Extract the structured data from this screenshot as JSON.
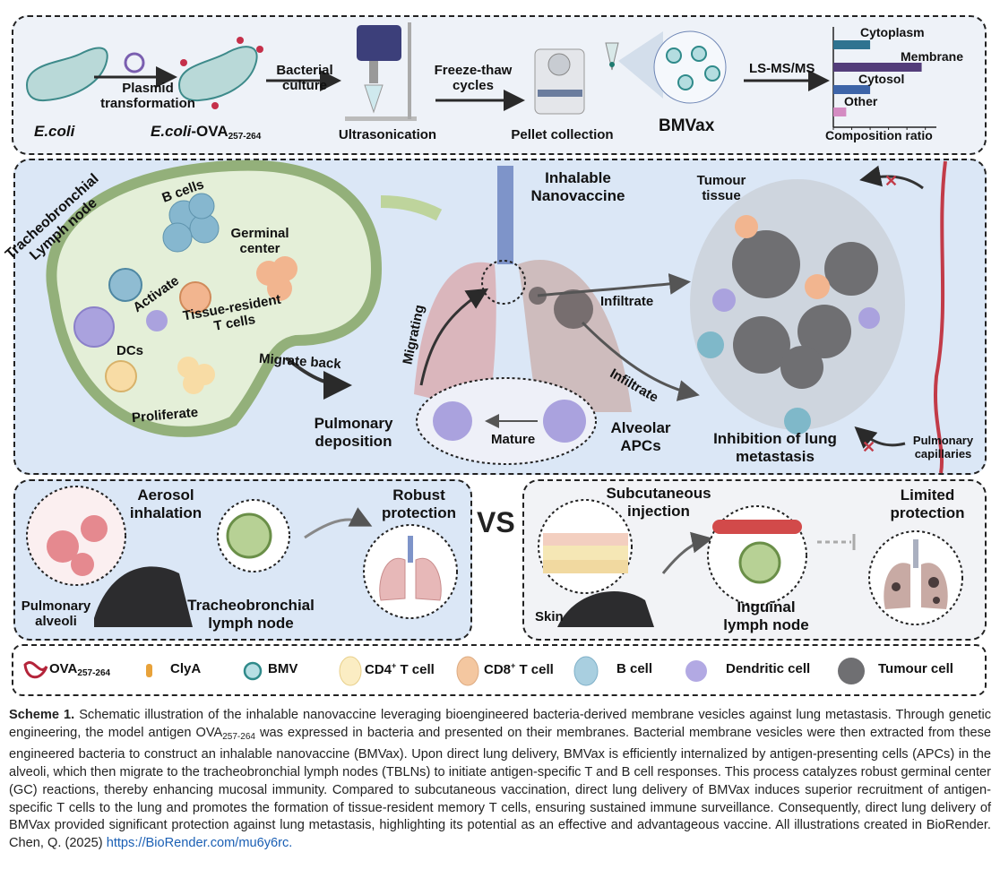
{
  "top_panel": {
    "ecoli": "E.coli",
    "plasmid_step": [
      "Plasmid",
      "transformation"
    ],
    "ecoli_ova": {
      "main": "E.coli",
      "suffix": "-OVA",
      "sub": "257-264"
    },
    "culture_step": [
      "Bacterial",
      "culture"
    ],
    "ultrasonication": "Ultrasonication",
    "freeze_step": [
      "Freeze-thaw",
      "cycles"
    ],
    "pellet": "Pellet collection",
    "bmvax": "BMVax",
    "ms_step": "LS-MS/MS"
  },
  "chart_data": {
    "type": "bar",
    "orientation": "horizontal",
    "categories": [
      "Cytoplasm",
      "Membrane",
      "Cytosol",
      "Other"
    ],
    "values": [
      2.0,
      4.8,
      2.0,
      0.7
    ],
    "colors": [
      "#2f7390",
      "#533d7a",
      "#3d64a8",
      "#d48bc2"
    ],
    "xlabel": "Composition ratio",
    "xlim": [
      0,
      5.6
    ],
    "tick_labels_shown": false,
    "grid": false
  },
  "middle_panel": {
    "lymph_node": [
      "Tracheobronchial",
      "Lymph node"
    ],
    "b_cells": "B cells",
    "germinal_center": [
      "Germinal",
      "center"
    ],
    "activate": "Activate",
    "tissue_resident": [
      "Tissue-resident",
      "T cells"
    ],
    "dcs": "DCs",
    "migrate_back": "Migrate back",
    "proliferate": "Proliferate",
    "pulmonary_deposition": [
      "Pulmonary",
      "deposition"
    ],
    "migrating": "Migrating",
    "inhalable": [
      "Inhalable",
      "Nanovaccine"
    ],
    "mature": "Mature",
    "alveolar_apcs": [
      "Alveolar",
      "APCs"
    ],
    "infiltrate_1": "Infiltrate",
    "infiltrate_2": "Infiltrate",
    "tumour_tissue": [
      "Tumour",
      "tissue"
    ],
    "inhibition": [
      "Inhibition of lung",
      "metastasis"
    ],
    "capillaries": [
      "Pulmonary",
      "capillaries"
    ]
  },
  "bottom_left": {
    "aerosol": [
      "Aerosol",
      "inhalation"
    ],
    "robust": [
      "Robust",
      "protection"
    ],
    "alveoli": [
      "Pulmonary",
      "alveoli"
    ],
    "tbln": [
      "Tracheobronchial",
      "lymph node"
    ]
  },
  "vs": "VS",
  "bottom_right": {
    "subcutaneous": [
      "Subcutaneous",
      "injection"
    ],
    "limited": [
      "Limited",
      "protection"
    ],
    "skin": "Skin",
    "inguinal": [
      "Inguinal",
      "lymph node"
    ]
  },
  "legend": [
    {
      "label": "OVA",
      "sub": "257-264",
      "icon": "ova-peptide-icon"
    },
    {
      "label": "ClyA",
      "icon": "clya-icon"
    },
    {
      "label": "BMV",
      "icon": "bmv-icon"
    },
    {
      "label": "CD4",
      "sup": "+",
      "rest": " T cell",
      "icon": "cd4-t-cell-icon"
    },
    {
      "label": "CD8",
      "sup": "+",
      "rest": " T cell",
      "icon": "cd8-t-cell-icon"
    },
    {
      "label": "B cell",
      "icon": "b-cell-icon"
    },
    {
      "label": "Dendritic cell",
      "icon": "dendritic-cell-icon"
    },
    {
      "label": "Tumour cell",
      "icon": "tumour-cell-icon"
    }
  ],
  "caption": {
    "label": "Scheme 1.",
    "text_a": " Schematic illustration of the inhalable nanovaccine leveraging bioengineered bacteria-derived membrane vesicles against lung metastasis. Through genetic engineering, the model antigen OVA",
    "sub": "257-264",
    "text_b": " was expressed in bacteria and presented on their membranes. Bacterial membrane vesicles were then extracted from these engineered bacteria to construct an inhalable nanovaccine (BMVax). Upon direct lung delivery, BMVax is efficiently internalized by antigen-presenting cells (APCs) in the alveoli, which then migrate to the tracheobronchial lymph nodes (TBLNs) to initiate antigen-specific T and B cell responses. This process catalyzes robust germinal center (GC) reactions, thereby enhancing mucosal immunity. Compared to subcutaneous vaccination, direct lung delivery of BMVax induces superior recruitment of antigen-specific T cells to the lung and promotes the formation of tissue-resident memory T cells, ensuring sustained immune surveillance. Consequently, direct lung delivery of BMVax provided significant protection against lung metastasis, highlighting its potential as an effective and advantageous vaccine. All illustrations created in BioRender. Chen, Q. (2025) ",
    "link": "https://BioRender.com/mu6y6rc."
  }
}
